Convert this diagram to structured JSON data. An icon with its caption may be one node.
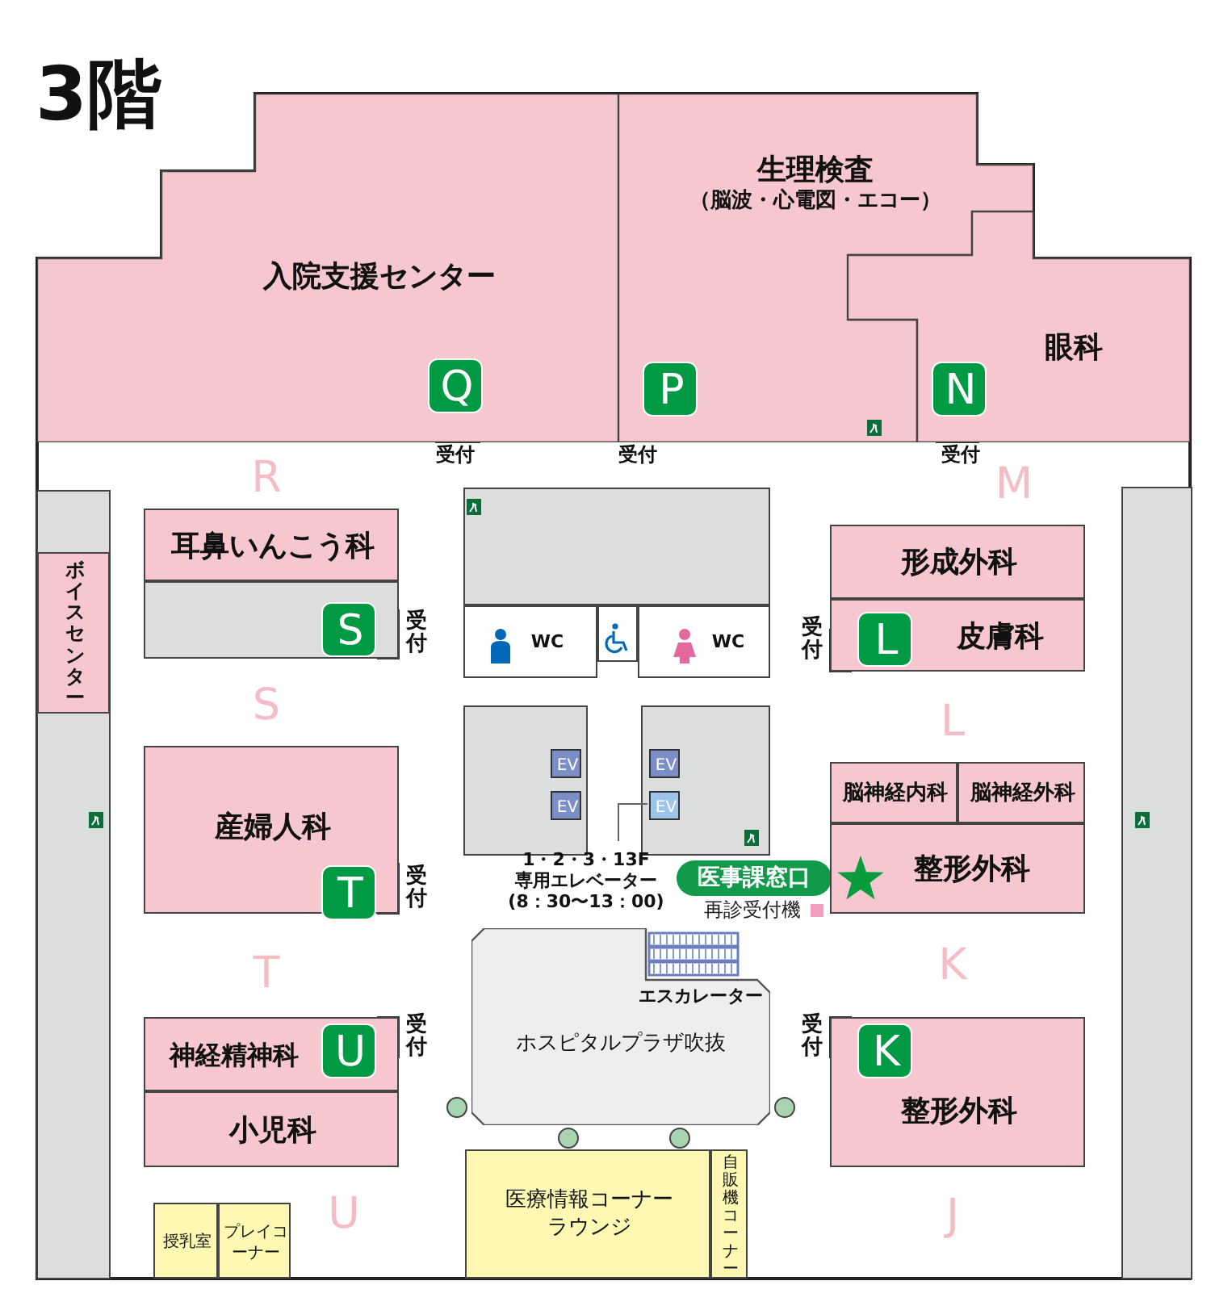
{
  "diagram": {
    "title": "3階",
    "nodes": [
      {
        "text": [
          "入院支援センター"
        ]
      },
      {
        "text": [
          "Q"
        ],
        "in": 0
      },
      {
        "text": [
          "生理検査",
          "（脳波・心電図・エコー）"
        ]
      },
      {
        "text": [
          "P"
        ],
        "in": 2
      },
      {
        "text": [
          "眼科"
        ]
      },
      {
        "text": [
          "N"
        ],
        "in": 4
      },
      {
        "text": [
          "耳鼻いんこう科"
        ]
      },
      {
        "text": [],
        "shape": "box"
      },
      {
        "text": [
          "S"
        ],
        "in": 7
      },
      {
        "text": [
          "ボイスセンター"
        ]
      },
      {
        "text": [
          "産婦人科"
        ]
      },
      {
        "text": [
          "T"
        ],
        "in": 10
      },
      {
        "text": [
          "神経精神科"
        ]
      },
      {
        "text": [
          "U"
        ],
        "in": 12
      },
      {
        "text": [
          "小児科"
        ]
      },
      {
        "text": [
          "授乳室"
        ]
      },
      {
        "text": [
          "プレイコーナー"
        ]
      },
      {
        "text": [],
        "shape": "box"
      },
      {
        "text": [
          "WC"
        ]
      },
      {
        "text": [],
        "shape": "box"
      },
      {
        "text": [
          "WC"
        ]
      },
      {
        "text": [],
        "shape": "box"
      },
      {
        "text": [
          "EV"
        ],
        "in": 21
      },
      {
        "text": [
          "EV"
        ],
        "in": 21
      },
      {
        "text": [],
        "shape": "box"
      },
      {
        "text": [
          "EV"
        ],
        "in": 24
      },
      {
        "text": [
          "EV"
        ],
        "in": 24
      },
      {
        "text": [
          "1・2・3・13F 専用エレベーター (8：30〜13：00)"
        ]
      },
      {
        "text": [
          "医事課窓口"
        ]
      },
      {
        "text": [
          "ホスピタルプラザ吹抜"
        ]
      },
      {
        "text": [
          "医療情報コーナーラウンジ"
        ]
      },
      {
        "text": [
          "自販機コーナー"
        ]
      },
      {
        "text": [
          "形成外科"
        ]
      },
      {
        "text": [
          "皮膚科"
        ]
      },
      {
        "text": [
          "L"
        ],
        "in": 33
      },
      {
        "text": [
          "脳神経内科"
        ]
      },
      {
        "text": [
          "脳神経外科"
        ]
      },
      {
        "text": [
          "整形外科"
        ]
      },
      {
        "text": [],
        "shape": "star",
        "in": 37
      },
      {
        "text": [
          "整形外科"
        ]
      },
      {
        "text": [
          "K"
        ],
        "in": 39
      }
    ],
    "edges": [
      {
        "from": 27,
        "to": 26,
        "arrow": "none"
      }
    ],
    "labels": [
      "受付",
      "受付",
      "受付",
      "R",
      "M",
      "受付",
      "受付",
      "S",
      "L",
      "受付",
      "再診受付機",
      "T",
      "エスカレーター",
      "K",
      "受付",
      "受付",
      "U",
      "J"
    ]
  }
}
